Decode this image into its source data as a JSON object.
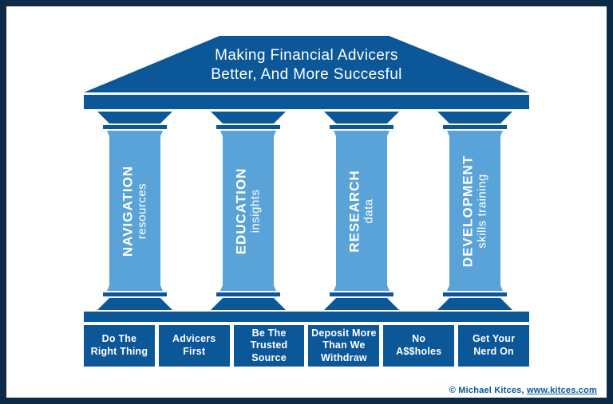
{
  "pediment": {
    "line1": "Making Financial Advicers",
    "line2": "Better, And More Succesful"
  },
  "pillars": [
    {
      "name": "NAVIGATION",
      "subtitle": "resources"
    },
    {
      "name": "EDUCATION",
      "subtitle": "insights"
    },
    {
      "name": "RESEARCH",
      "subtitle": "data"
    },
    {
      "name": "DEVELOPMENT",
      "subtitle": "skills training"
    }
  ],
  "foundation": {
    "blocks": [
      {
        "label": "Do The\nRight Thing"
      },
      {
        "label": "Advicers\nFirst"
      },
      {
        "label": "Be The\nTrusted\nSource"
      },
      {
        "label": "Deposit More\nThan We\nWithdraw"
      },
      {
        "label": "No\nA$$holes"
      },
      {
        "label": "Get Your\nNerd On"
      }
    ]
  },
  "attribution": {
    "copyright": "© Michael Kitces, ",
    "link": "www.kitces.com"
  },
  "colors": {
    "dark_blue": "#0b5798",
    "light_blue": "#5aa3d9",
    "border_navy": "#0d2a46",
    "text_white": "#ffffff"
  }
}
